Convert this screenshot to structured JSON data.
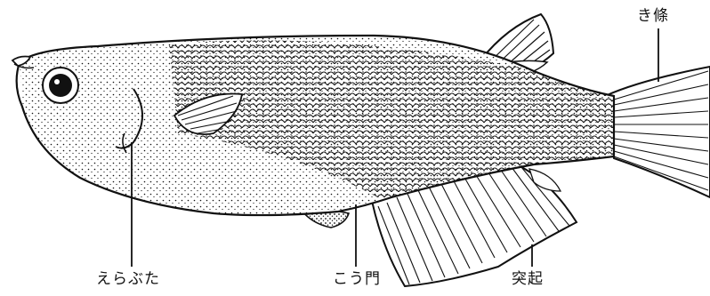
{
  "labels": {
    "gill_cover": "えらぶた",
    "anus": "こう門",
    "process": "突起",
    "fin_ray": "き條"
  },
  "colors": {
    "ink": "#111111",
    "background": "#ffffff"
  }
}
